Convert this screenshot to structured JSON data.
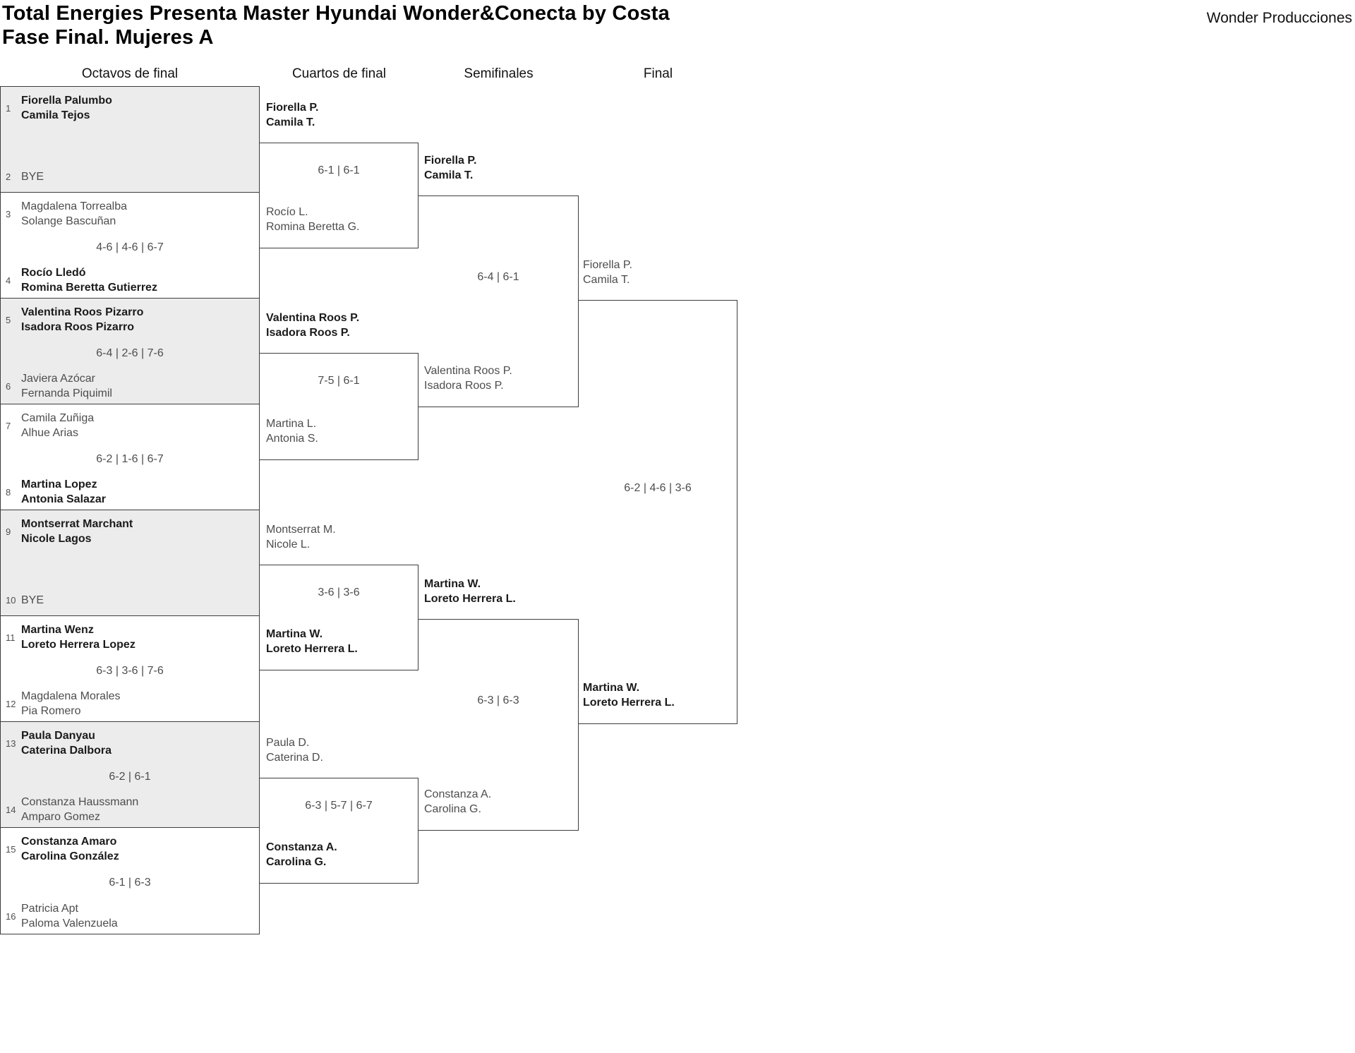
{
  "header": {
    "title_line1": "Total Energies Presenta Master Hyundai Wonder&Conecta by Costa",
    "title_line2": "Fase Final. Mujeres A",
    "brand": "Wonder Producciones"
  },
  "rounds": {
    "r16": "Octavos de final",
    "qf": "Cuartos de final",
    "sf": "Semifinales",
    "final": "Final"
  },
  "r16": [
    {
      "s1": "1",
      "t1a": "Fiorella Palumbo",
      "t1b": "Camila Tejos",
      "s2": "2",
      "t2a": "BYE",
      "t2b": "",
      "score": ""
    },
    {
      "s1": "3",
      "t1a": "Magdalena Torrealba",
      "t1b": "Solange Bascuñan",
      "s2": "4",
      "t2a": "Rocío Lledó",
      "t2b": "Romina Beretta Gutierrez",
      "score": "4-6 | 4-6 | 6-7"
    },
    {
      "s1": "5",
      "t1a": "Valentina Roos Pizarro",
      "t1b": "Isadora Roos Pizarro",
      "s2": "6",
      "t2a": "Javiera Azócar",
      "t2b": "Fernanda Piquimil",
      "score": "6-4 | 2-6 | 7-6"
    },
    {
      "s1": "7",
      "t1a": "Camila Zuñiga",
      "t1b": "Alhue Arias",
      "s2": "8",
      "t2a": "Martina Lopez",
      "t2b": "Antonia Salazar",
      "score": "6-2 | 1-6 | 6-7"
    },
    {
      "s1": "9",
      "t1a": "Montserrat Marchant",
      "t1b": "Nicole Lagos",
      "s2": "10",
      "t2a": "BYE",
      "t2b": "",
      "score": ""
    },
    {
      "s1": "11",
      "t1a": "Martina Wenz",
      "t1b": "Loreto Herrera Lopez",
      "s2": "12",
      "t2a": "Magdalena Morales",
      "t2b": "Pia Romero",
      "score": "6-3 | 3-6 | 7-6"
    },
    {
      "s1": "13",
      "t1a": "Paula Danyau",
      "t1b": "Caterina Dalbora",
      "s2": "14",
      "t2a": "Constanza Haussmann",
      "t2b": "Amparo Gomez",
      "score": "6-2 | 6-1"
    },
    {
      "s1": "15",
      "t1a": "Constanza Amaro",
      "t1b": "Carolina González",
      "s2": "16",
      "t2a": "Patricia Apt",
      "t2b": "Paloma Valenzuela",
      "score": "6-1 | 6-3"
    }
  ],
  "qf": [
    {
      "t1a": "Fiorella P.",
      "t1b": "Camila T.",
      "t2a": "Rocío L.",
      "t2b": "Romina Beretta G.",
      "score": "6-1 | 6-1"
    },
    {
      "t1a": "Valentina Roos P.",
      "t1b": "Isadora Roos P.",
      "t2a": "Martina L.",
      "t2b": "Antonia S.",
      "score": "7-5 | 6-1"
    },
    {
      "t1a": "Montserrat M.",
      "t1b": "Nicole L.",
      "t2a": "Martina W.",
      "t2b": "Loreto Herrera L.",
      "score": "3-6 | 3-6"
    },
    {
      "t1a": "Paula D.",
      "t1b": "Caterina D.",
      "t2a": "Constanza A.",
      "t2b": "Carolina G.",
      "score": "6-3 | 5-7 | 6-7"
    }
  ],
  "sf": [
    {
      "t1a": "Fiorella P.",
      "t1b": "Camila T.",
      "t2a": "Valentina Roos P.",
      "t2b": "Isadora Roos P.",
      "score": "6-4 | 6-1"
    },
    {
      "t1a": "Martina W.",
      "t1b": "Loreto Herrera L.",
      "t2a": "Constanza A.",
      "t2b": "Carolina G.",
      "score": "6-3 | 6-3"
    }
  ],
  "final": {
    "t1a": "Fiorella P.",
    "t1b": "Camila T.",
    "t2a": "Martina W.",
    "t2b": "Loreto Herrera L.",
    "score": "6-2 | 4-6 | 3-6"
  },
  "colors": {
    "shaded_row": "#ececec",
    "line": "#3d3d3d",
    "winner_text": "#1b1b1b",
    "regular_text": "#4d4d4d"
  }
}
